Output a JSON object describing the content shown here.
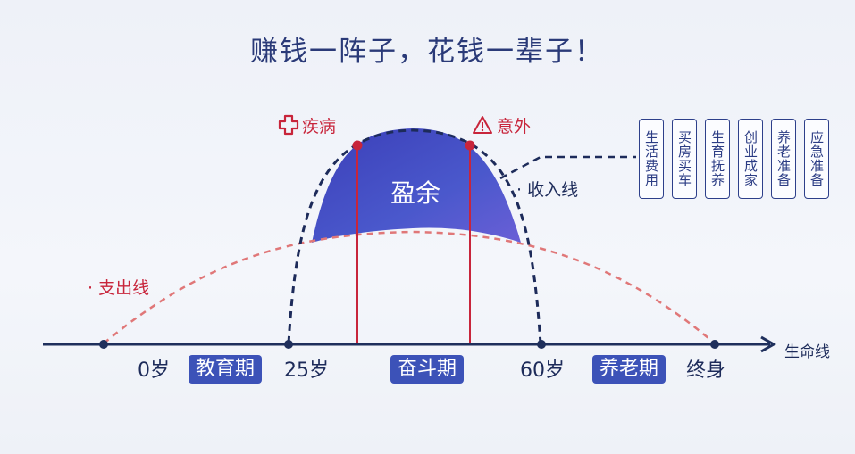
{
  "title": "赚钱一阵子，花钱一辈子！",
  "labels": {
    "illness": "疾病",
    "accident": "意外",
    "surplus": "盈余",
    "income_line": "· 收入线",
    "expense_line": "· 支出线",
    "life_line": "生命线"
  },
  "axis": {
    "age0": "0岁",
    "age25": "25岁",
    "age60": "60岁",
    "end": "终身",
    "periods": [
      "教育期",
      "奋斗期",
      "养老期"
    ]
  },
  "needs": [
    "生活费用",
    "买房买车",
    "生育抚养",
    "创业成家",
    "养老准备",
    "应急准备"
  ],
  "colors": {
    "title": "#2a3a78",
    "accent_red": "#c8253b",
    "pill_bg": "#3c52b8",
    "curve_dark": "#1d2b5a"
  }
}
